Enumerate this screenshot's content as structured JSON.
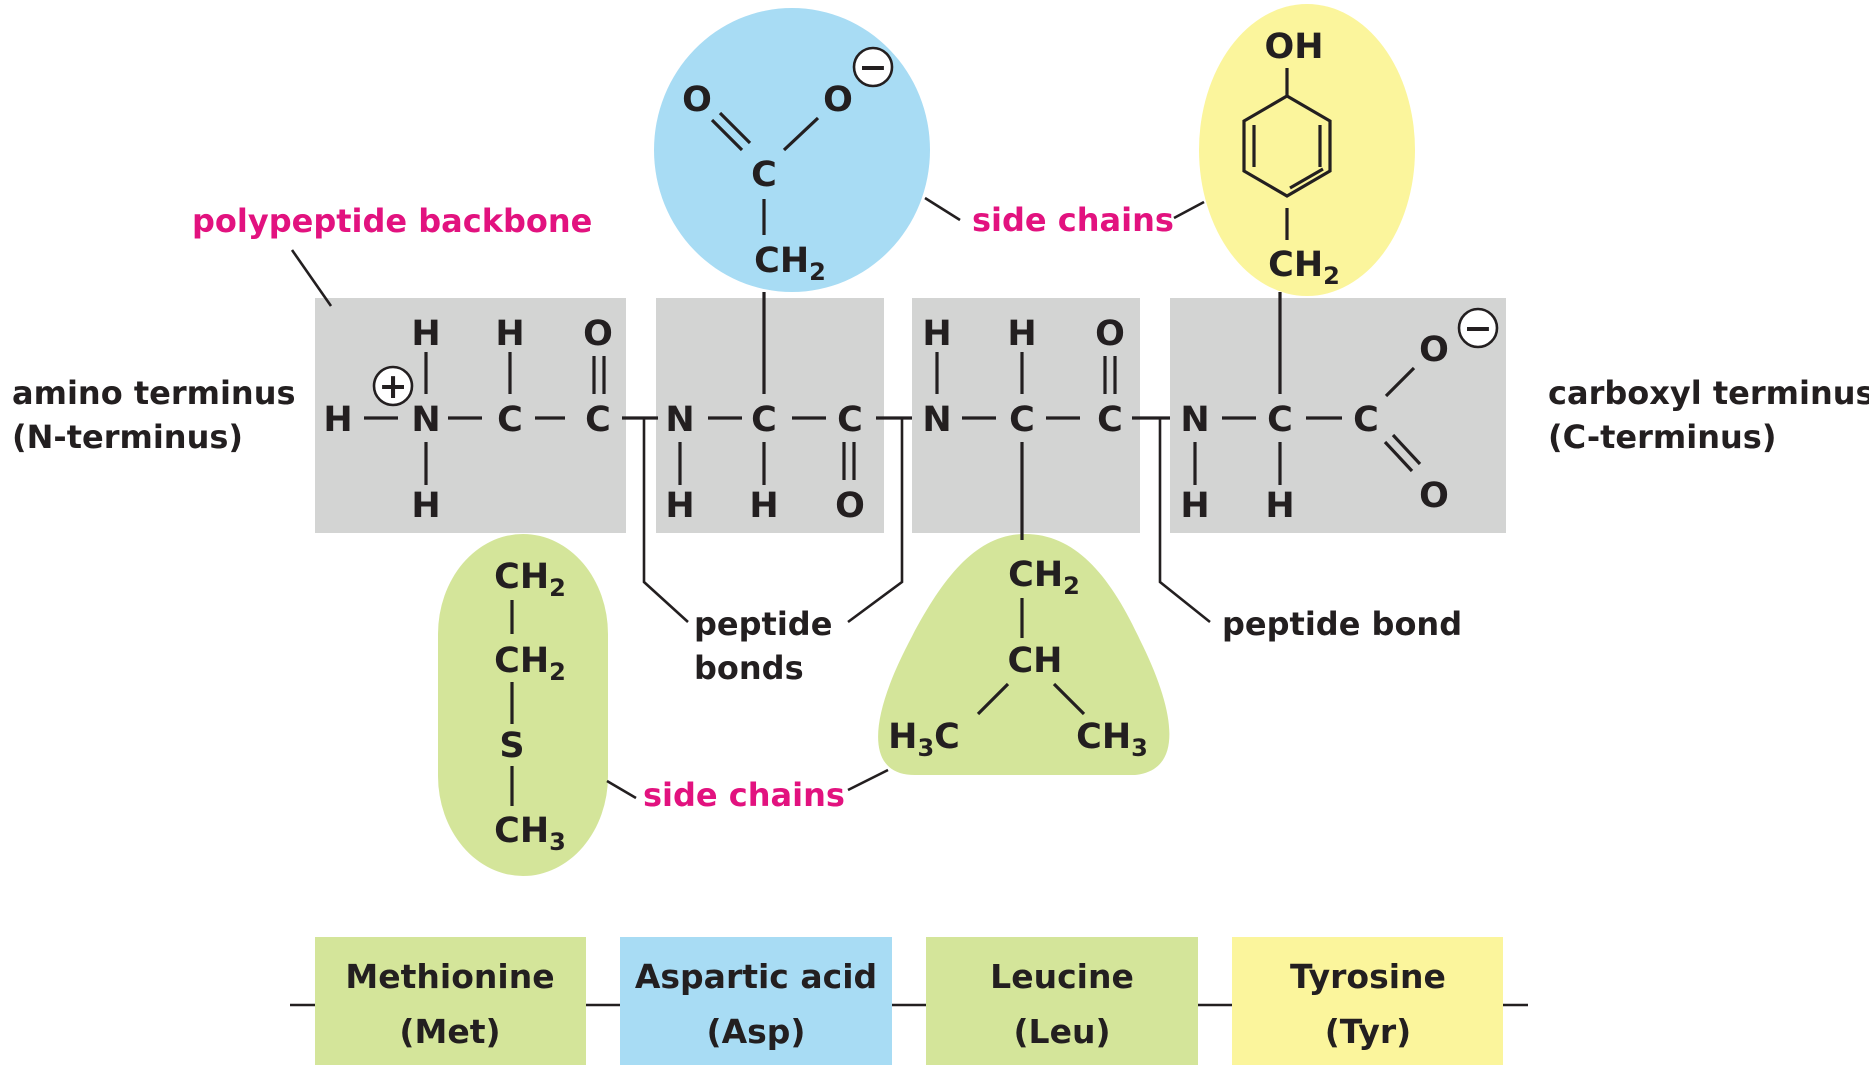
{
  "labels": {
    "backbone": "polypeptide backbone",
    "side_chains_top": "side chains",
    "side_chains_bottom": "side chains",
    "amino_terminus_1": "amino terminus",
    "amino_terminus_2": "(N-terminus)",
    "carboxyl_terminus_1": "carboxyl terminus",
    "carboxyl_terminus_2": "(C-terminus)",
    "peptide_bonds_1": "peptide",
    "peptide_bonds_2": "bonds",
    "peptide_bond": "peptide bond"
  },
  "atoms": {
    "H": "H",
    "N": "N",
    "C": "C",
    "O": "O",
    "S": "S",
    "CH": "CH",
    "OH": "OH",
    "plus": "+",
    "minus": "−",
    "CH_base": "CH",
    "H_base": "H",
    "C_base": "C",
    "sub2": "2",
    "sub3": "3"
  },
  "amino_acids": [
    {
      "name": "Methionine",
      "abbr": "(Met)"
    },
    {
      "name": "Aspartic acid",
      "abbr": "(Asp)"
    },
    {
      "name": "Leucine",
      "abbr": "(Leu)"
    },
    {
      "name": "Tyrosine",
      "abbr": "(Tyr)"
    }
  ],
  "colors": {
    "backbone_box": "#d3d4d3",
    "green": "#d4e59a",
    "blue": "#a8dcf4",
    "yellow": "#fbf59c",
    "label_pink": "#e2127f",
    "ink": "#231f20"
  }
}
